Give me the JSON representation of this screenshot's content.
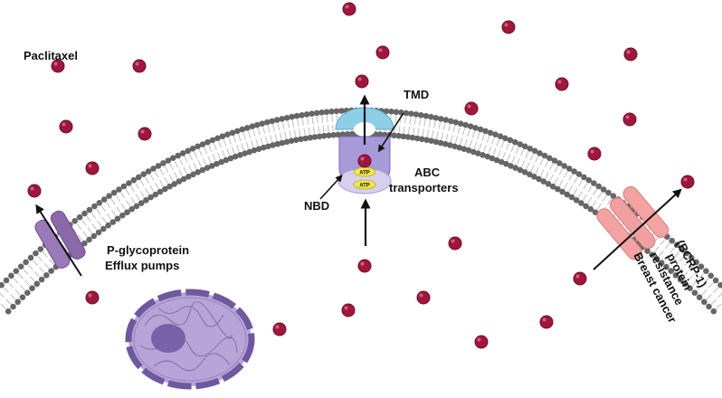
{
  "labels": {
    "drug": "Paclitaxel",
    "tmd": "TMD",
    "abc_line1": "ABC",
    "abc_line2": "transporters",
    "nbd": "NBD",
    "atp": "ATP",
    "pgp_line1": "P-glycoprotein",
    "pgp_line2": "Efflux pumps",
    "bcrp_line1": "Breast cancer",
    "bcrp_line2": "resistance",
    "bcrp_line3": "protein",
    "bcrp_line4": "(BCRP-1)"
  },
  "colors": {
    "drug_molecule": "#a0163c",
    "lipid_head": "#666666",
    "pgp": "#9a7ab8",
    "abc_body": "#a79ad8",
    "abc_cap": "#8ecfe8",
    "nbd": "#d6d0ee",
    "atp": "#f2e84a",
    "bcrp": "#f4a3a3",
    "nucleus": "#a08ac8",
    "nucleolus": "#7a62a8"
  },
  "icons": [
    "cell-membrane",
    "paclitaxel-molecule",
    "efflux-arrow",
    "cell-nucleus"
  ]
}
